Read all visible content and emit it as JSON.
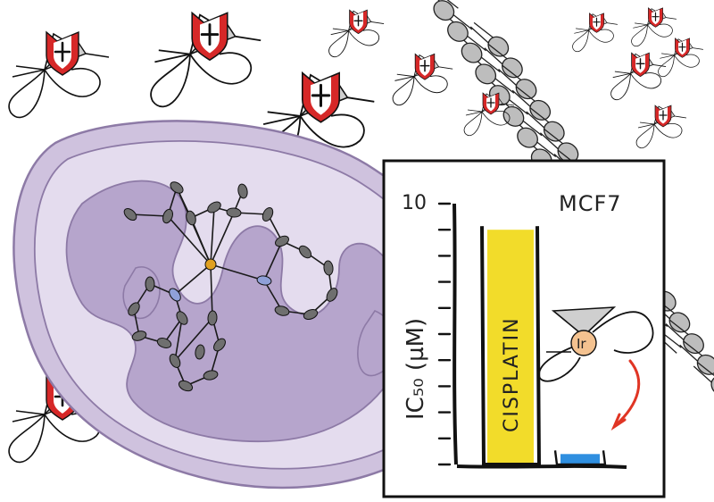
{
  "colors": {
    "mito_outer": "#cfc2de",
    "mito_inner": "#e4dcee",
    "mito_matrix": "#b6a5cc",
    "mito_edge": "#8d7aa6",
    "membrane_head": "#bdbdbd",
    "cisplatin_bar": "#f2dc2a",
    "ir_bar": "#2f8fe0",
    "ir_atom": "#f4c290",
    "shield": "#d62828",
    "arrow": "#e03524",
    "ligand_cone": "#cfcfcf"
  },
  "icons": {
    "cation": "iridium-cation-complex-icon",
    "crystal": "crystal-structure-ellipsoid-model",
    "membrane": "lipid-bilayer-membrane",
    "organelle": "mitochondrion"
  },
  "cation_charge": "+",
  "inset": {
    "cell_line": "MCF7",
    "y_top_tick": "10",
    "ylabel": "IC₅₀ (µM)",
    "ir_symbol": "Ir"
  },
  "chart_data": {
    "type": "bar",
    "title": "",
    "xlabel": "",
    "ylabel": "IC₅₀ (µM)",
    "ylim": [
      0,
      10
    ],
    "categories": [
      "CISPLATIN",
      "Ir"
    ],
    "values": [
      9.0,
      0.4
    ],
    "annotations": [
      "MCF7"
    ]
  }
}
